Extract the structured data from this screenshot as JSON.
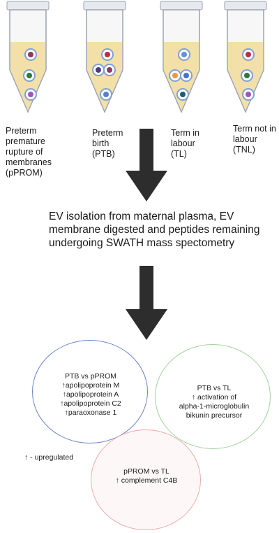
{
  "tubes": [
    {
      "label": "Preterm\npremature\nrupture of\nmembranes\n(pPROM)"
    },
    {
      "label": "Preterm\nbirth\n(PTB)"
    },
    {
      "label": "Term in\nlabour\n(TL)"
    },
    {
      "label": "Term not in\nlabour\n(TNL)"
    }
  ],
  "step": {
    "text": "EV isolation from maternal plasma, EV membrane digested and peptides remaining undergoing SWATH mass spectometry"
  },
  "circles": {
    "ptb_vs_pprom": "PTB vs pPROM\n↑apolipoprotein M\n↑apolipoprotein A\n↑apolipoprotein C2\n↑paraoxonase 1",
    "ptb_vs_tl": "PTB vs TL\n↑ activation of\nalpha-1-microglobulin\nbikunin precursor",
    "pprom_vs_tl": "pPROM vs TL\n↑ complement C4B"
  },
  "legend": {
    "text": "↑ - upregulated"
  },
  "colors": {
    "circle_blue": "#6a86c9",
    "circle_green": "#9fd39a",
    "circle_red": "#f0a9a9",
    "arrow": "#2d2d2d",
    "liquid": "#f3dfa8"
  }
}
